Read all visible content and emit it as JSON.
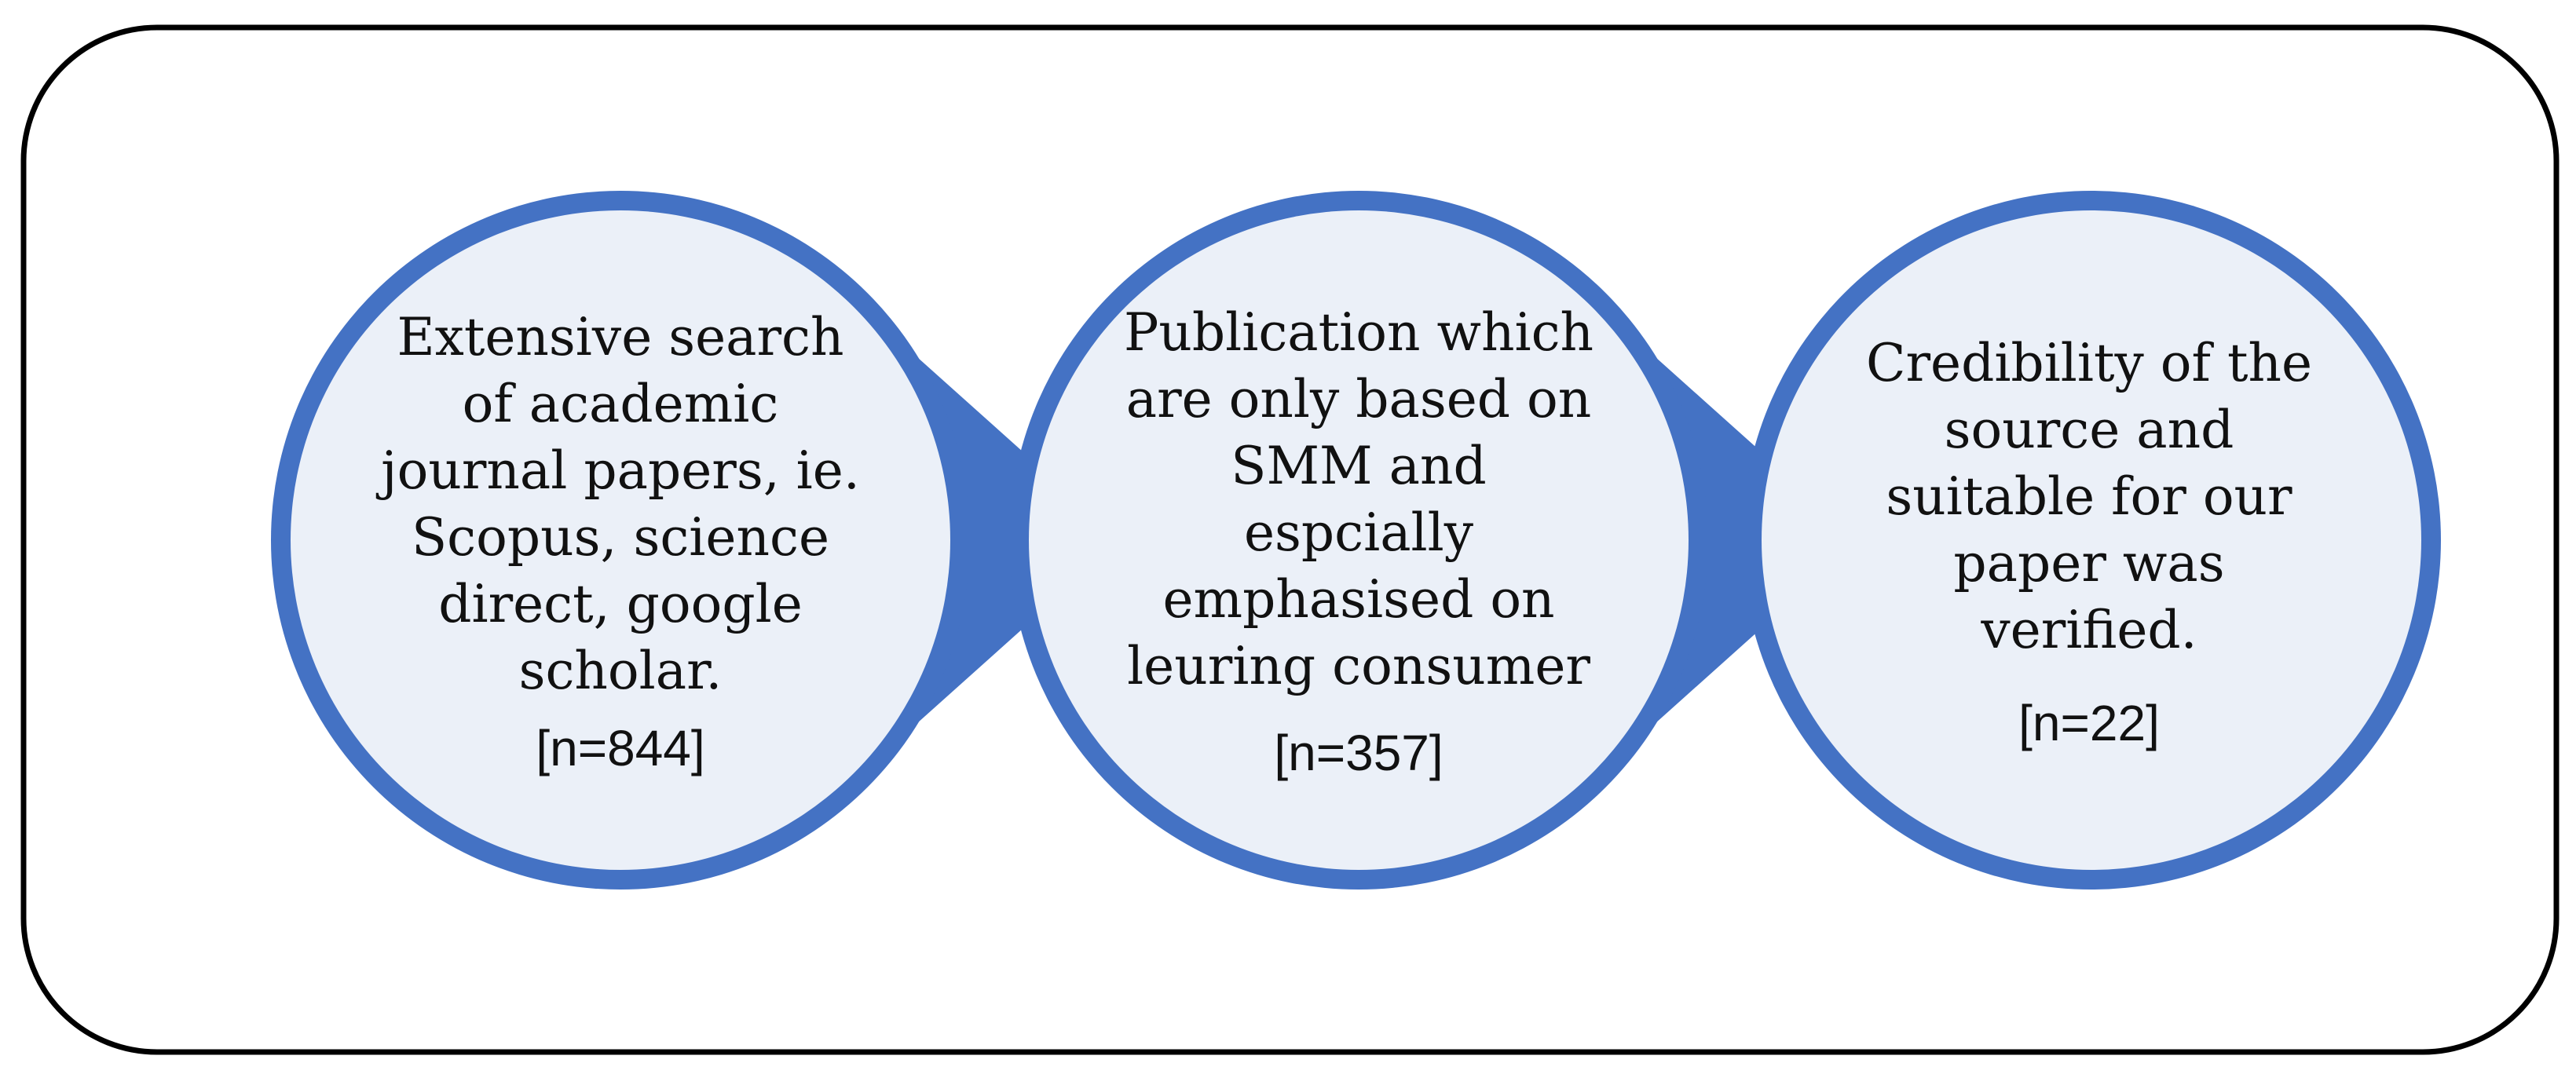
{
  "colors": {
    "border": "#000000",
    "ring": "#4472C4",
    "fill": "#EBF0F8",
    "text": "#111111"
  },
  "steps": [
    {
      "text": "Extensive search\nof academic\njournal papers, ie.\nScopus, science\ndirect, google\nscholar.",
      "count": "[n=844]"
    },
    {
      "text": "Publication which\nare only based on\nSMM and\nespcially\nemphasised on\nleuring consumer",
      "count": "[n=357]"
    },
    {
      "text": "Credibility of the\nsource and\nsuitable for our\npaper was\nverified.",
      "count": "[n=22]"
    }
  ]
}
